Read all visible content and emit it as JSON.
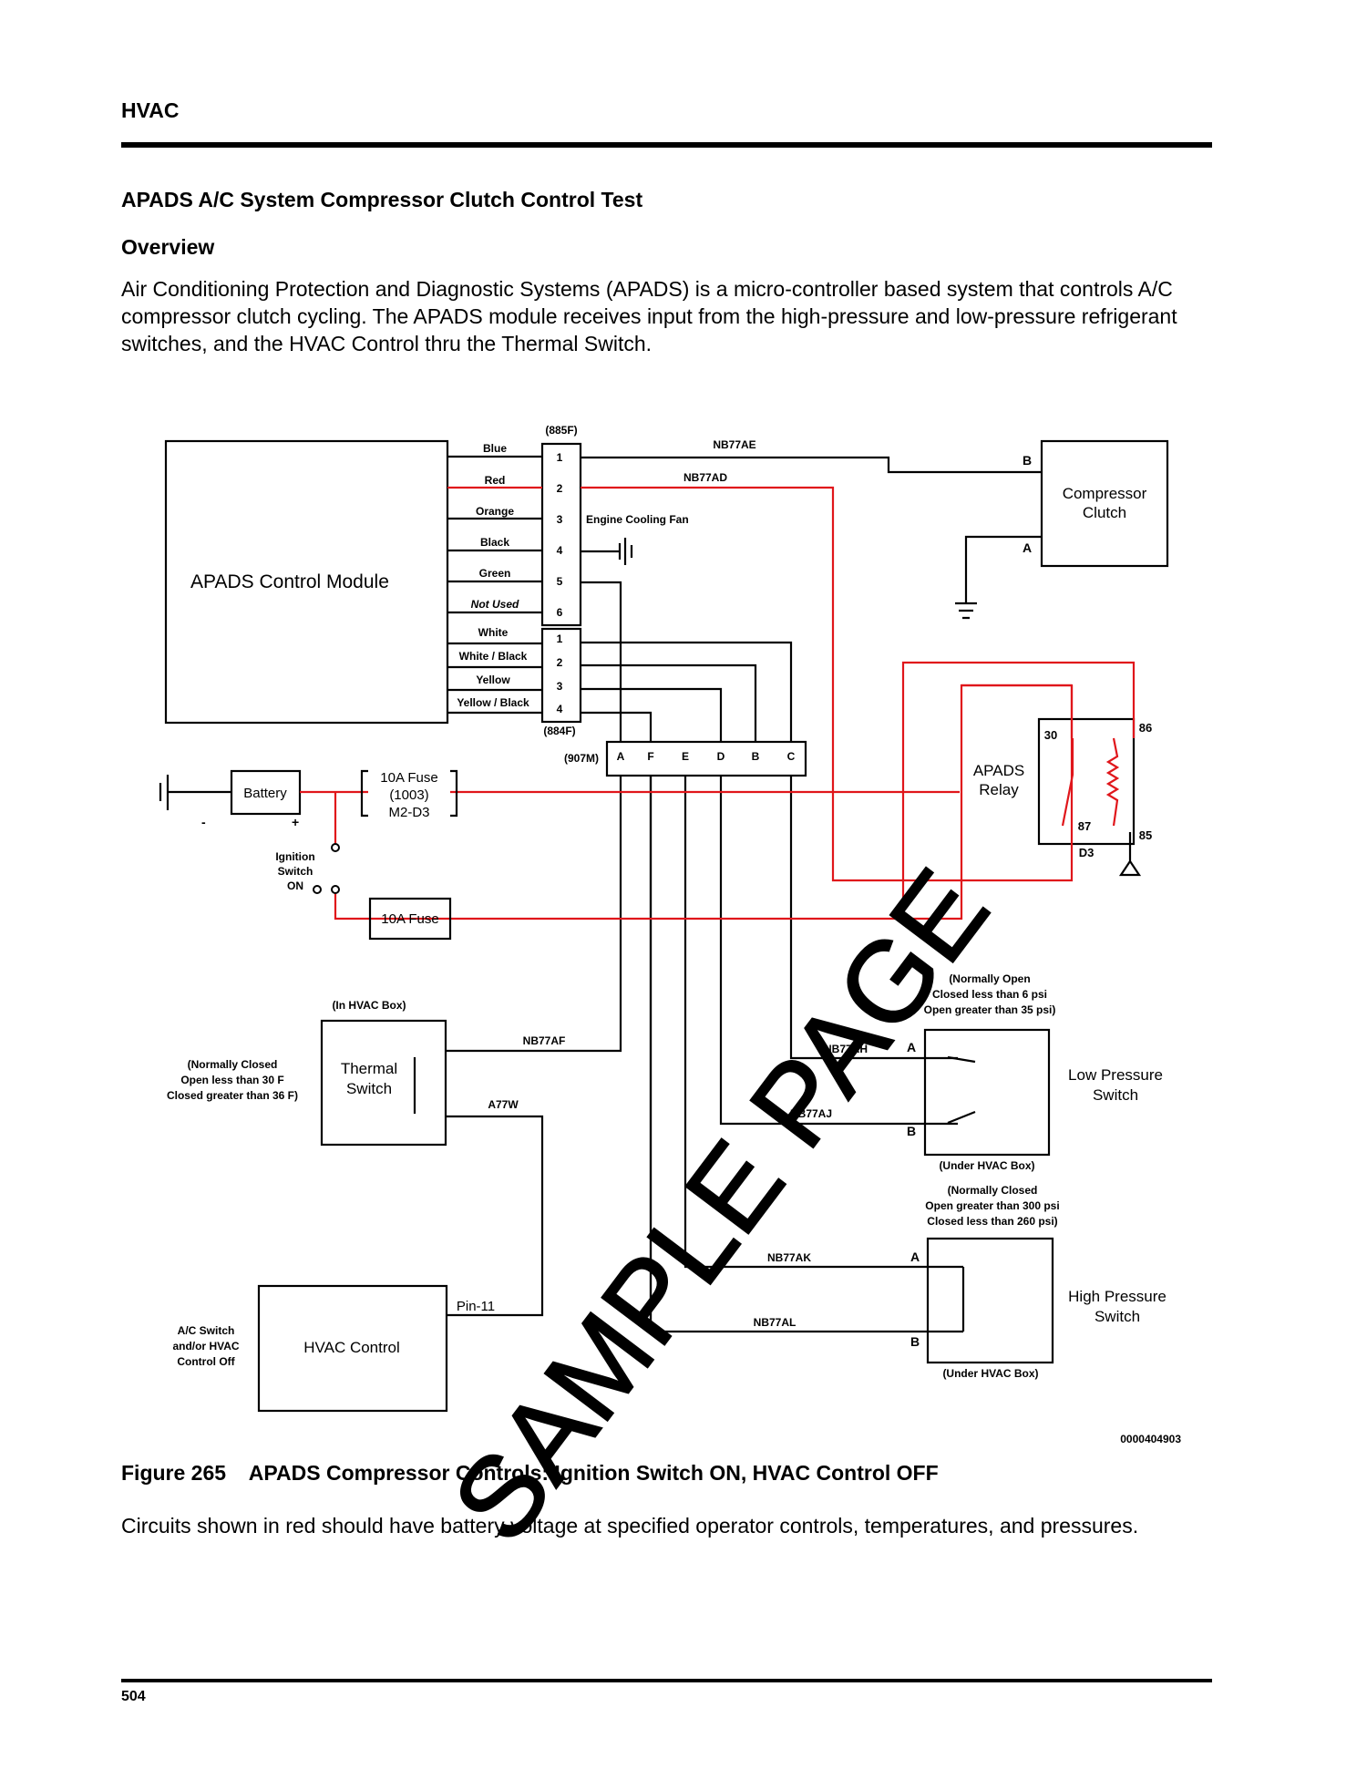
{
  "header": {
    "section": "HVAC"
  },
  "document": {
    "title": "APADS A/C System Compressor Clutch Control Test",
    "subheading": "Overview",
    "paragraph": "Air Conditioning Protection and Diagnostic Systems (APADS) is a micro-controller based system that controls A/C compressor clutch cycling. The APADS module receives input from the high-pressure and low-pressure refrigerant switches, and the HVAC Control thru the Thermal Switch."
  },
  "diagram": {
    "module_label": "APADS Control Module",
    "wire_colors_upper": [
      "Blue",
      "Red",
      "Orange",
      "Black",
      "Green",
      "Not Used"
    ],
    "wire_colors_lower": [
      "White",
      "White / Black",
      "Yellow",
      "Yellow / Black"
    ],
    "connector_upper": {
      "name": "(885F)",
      "pins": [
        "1",
        "2",
        "3",
        "4",
        "5",
        "6"
      ]
    },
    "connector_lower": {
      "name": "(884F)",
      "pins": [
        "1",
        "2",
        "3",
        "4"
      ]
    },
    "connector_907": {
      "name": "(907M)",
      "pins": [
        "A",
        "F",
        "E",
        "D",
        "B",
        "C"
      ]
    },
    "engine_fan": "Engine Cooling Fan",
    "circuits": {
      "nb77ae": "NB77AE",
      "nb77ad": "NB77AD",
      "nb77af": "NB77AF",
      "a77w": "A77W",
      "nb77ah": "NB77AH",
      "nb77aj": "NB77AJ",
      "nb77ak": "NB77AK",
      "nb77al": "NB77AL"
    },
    "compressor": {
      "line1": "Compressor",
      "line2": "Clutch",
      "pin_b": "B",
      "pin_a": "A"
    },
    "battery": {
      "label": "Battery",
      "minus": "-",
      "plus": "+"
    },
    "fuse_main": {
      "line1": "10A Fuse",
      "line2": "(1003)",
      "line3": "M2-D3"
    },
    "fuse_ign": "10A Fuse",
    "ignition": {
      "line1": "Ignition",
      "line2": "Switch",
      "line3": "ON"
    },
    "relay": {
      "line1": "APADS",
      "line2": "Relay",
      "pin30": "30",
      "pin86": "86",
      "pin87": "87",
      "pin85": "85",
      "diode": "D3"
    },
    "thermal": {
      "location": "(In HVAC Box)",
      "line1": "Thermal",
      "line2": "Switch",
      "note1": "(Normally Closed",
      "note2": "Open less than 30 F",
      "note3": "Closed greater than 36 F)"
    },
    "hvac_control": {
      "label": "HVAC Control",
      "pin": "Pin-11",
      "note1": "A/C Switch",
      "note2": "and/or HVAC",
      "note3": "Control Off"
    },
    "low_pressure": {
      "line1": "Low Pressure",
      "line2": "Switch",
      "note1": "(Normally Open",
      "note2": "Closed less than 6 psi",
      "note3": "Open greater than 35 psi)",
      "location": "(Under HVAC Box)",
      "pin_a": "A",
      "pin_b": "B"
    },
    "high_pressure": {
      "line1": "High Pressure",
      "line2": "Switch",
      "note1": "(Normally Closed",
      "note2": "Open greater than 300 psi",
      "note3": "Closed less than 260 psi)",
      "location": "(Under HVAC Box)",
      "pin_a": "A",
      "pin_b": "B"
    },
    "figure_id": "0000404903",
    "watermark": "SAMPLE PAGE",
    "colors": {
      "hot": "#e0161b",
      "wire": "#000000"
    }
  },
  "figure": {
    "number": "Figure 265",
    "title": "APADS Compressor Controls: Ignition Switch ON, HVAC Control OFF",
    "note": "Circuits shown in red should have battery voltage at specified operator controls, temperatures, and pressures."
  },
  "page_number": "504"
}
